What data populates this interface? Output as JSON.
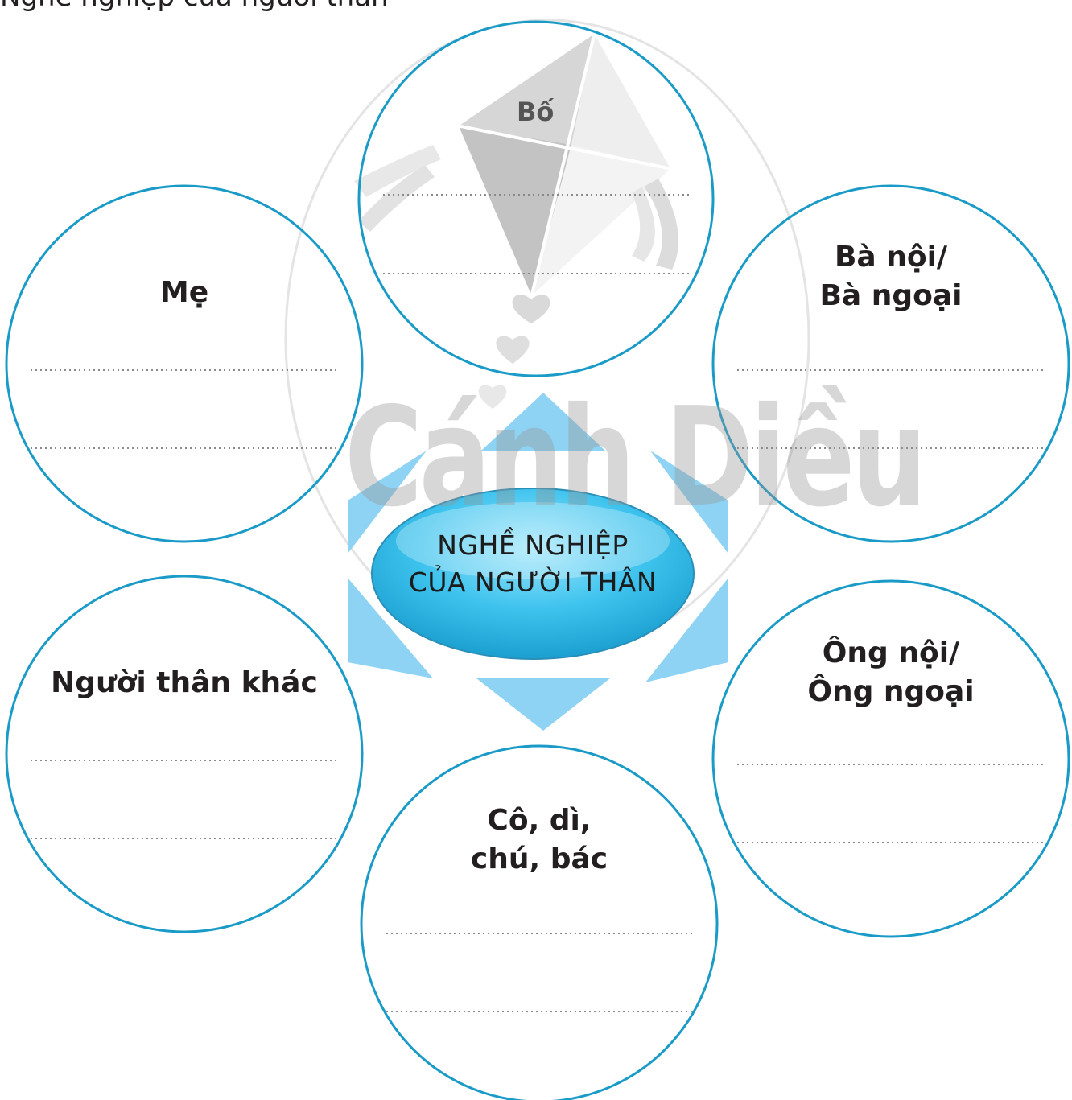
{
  "header_fragment": "Nghề nghiệp của người thân",
  "center": {
    "line1": "NGHỀ NGHIỆP",
    "line2": "CỦA NGƯỜI THÂN"
  },
  "watermark": "Cánh Diều",
  "nodes": {
    "bo": {
      "label": "Bố"
    },
    "me": {
      "label": "Mẹ"
    },
    "ba": {
      "line1": "Bà nội/",
      "line2": "Bà ngoại"
    },
    "ong": {
      "line1": "Ông nội/",
      "line2": "Ông ngoại"
    },
    "co": {
      "line1": "Cô, dì,",
      "line2": "chú, bác"
    },
    "khac": {
      "label": "Người thân khác"
    }
  },
  "colors": {
    "circle_stroke": "#1a9bc7",
    "arrow_fill": "#8fd3f4",
    "center_fill": "#3ec3ee",
    "dotted_line": "#8a8a8a"
  }
}
